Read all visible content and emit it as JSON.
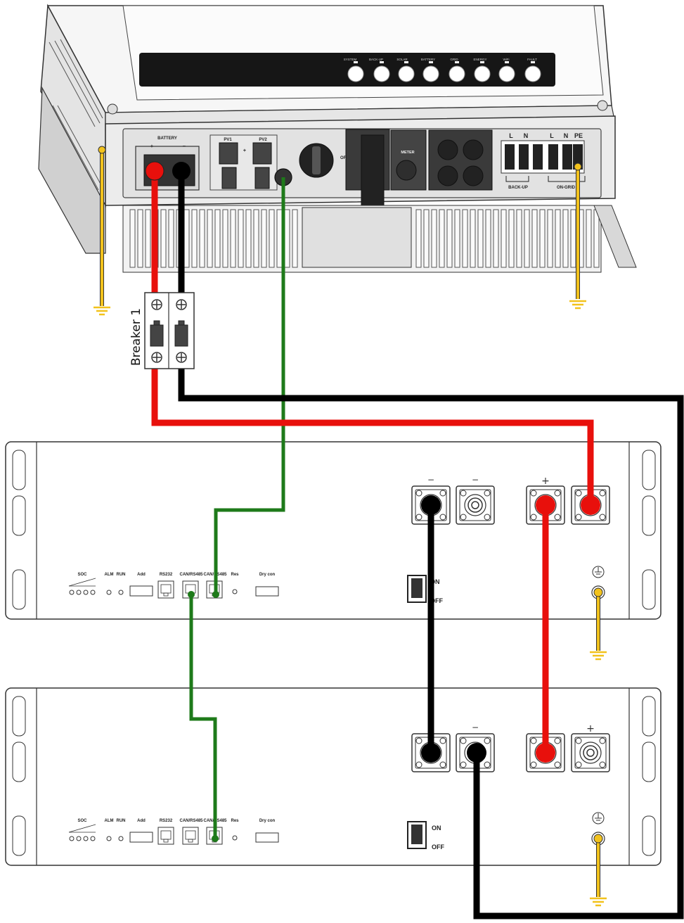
{
  "inverter": {
    "led_labels": [
      "SYSTEM",
      "BACK-UP",
      "SOLAR",
      "BATTERY",
      "GRID",
      "ENERGY",
      "WiFi",
      "FAULT"
    ],
    "battery_port": "BATTERY",
    "battery_plus": "+",
    "battery_minus": "−",
    "pv1": "PV1",
    "pv2": "PV2",
    "pv_plus": "+",
    "off_label": "OFF",
    "meter_label": "METER",
    "backup_label": "BACK-UP",
    "ongrid_label": "ON-GRID",
    "ac_l1": "L",
    "ac_n1": "N",
    "ac_l2": "L",
    "ac_n2": "N",
    "ac_pe": "PE"
  },
  "breaker": {
    "label": "Breaker 1"
  },
  "battery_module": {
    "soc": "SOC",
    "alm": "ALM",
    "run": "RUN",
    "add": "Add",
    "rs232": "RS232",
    "can1": "CAN/RS485",
    "can2": "CAN/RS485",
    "res": "Res",
    "dry": "Dry con",
    "on": "ON",
    "off": "OFF",
    "minus": "−",
    "plus": "+"
  },
  "colors": {
    "positive_cable": "#e8100c",
    "negative_cable": "#000000",
    "comm_cable": "#1e7a1a",
    "ground_cable": "#f2c21c"
  }
}
